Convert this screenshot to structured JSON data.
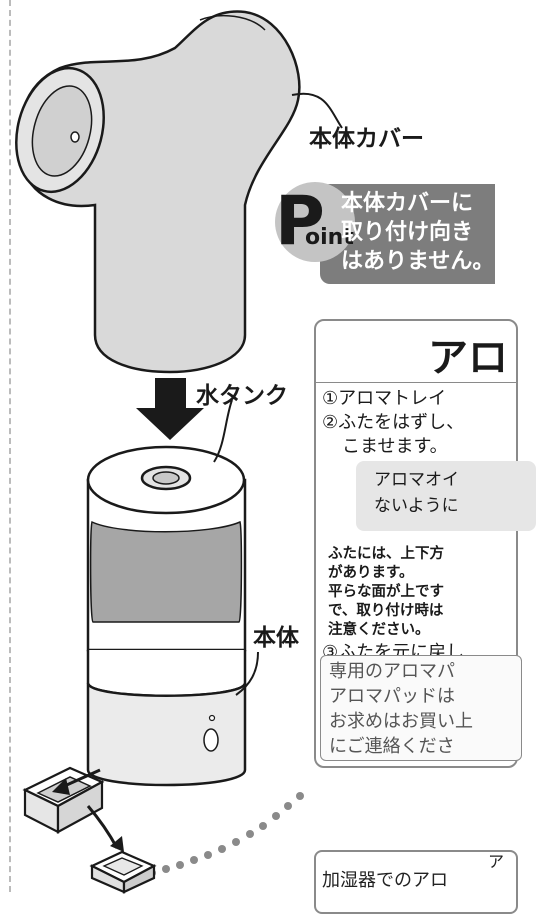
{
  "labels": {
    "cover": "本体カバー",
    "water_tank": "水タンク",
    "body": "本体"
  },
  "point": {
    "badge_letter": "P",
    "badge_suffix": "oint",
    "lines": [
      "本体カバーに",
      "取り付け向き",
      "はありません。"
    ]
  },
  "aroma": {
    "title": "アロ",
    "steps": [
      "①アロマトレイ",
      "②ふたをはずし、",
      "こませます。",
      "③ふたを元に戻し"
    ],
    "caution_lines": [
      "アロマオイ",
      "ないように"
    ],
    "note_lines": [
      "ふたには、上下方",
      "があります。",
      "平らな面が上です",
      "で、取り付け時は",
      "注意ください。"
    ],
    "pad_lines": [
      "専用のアロマパ",
      "アロマパッドは",
      "お求めはお買い上",
      "にご連絡くださ"
    ]
  },
  "bottom": {
    "text": "加湿器でのアロ",
    "mark": "ア"
  },
  "colors": {
    "cover_fill": "#d9d9d9",
    "tank_water": "#a6a6a6",
    "point_bg": "#7d7d7d",
    "caution_bg": "#e6e6e6"
  }
}
